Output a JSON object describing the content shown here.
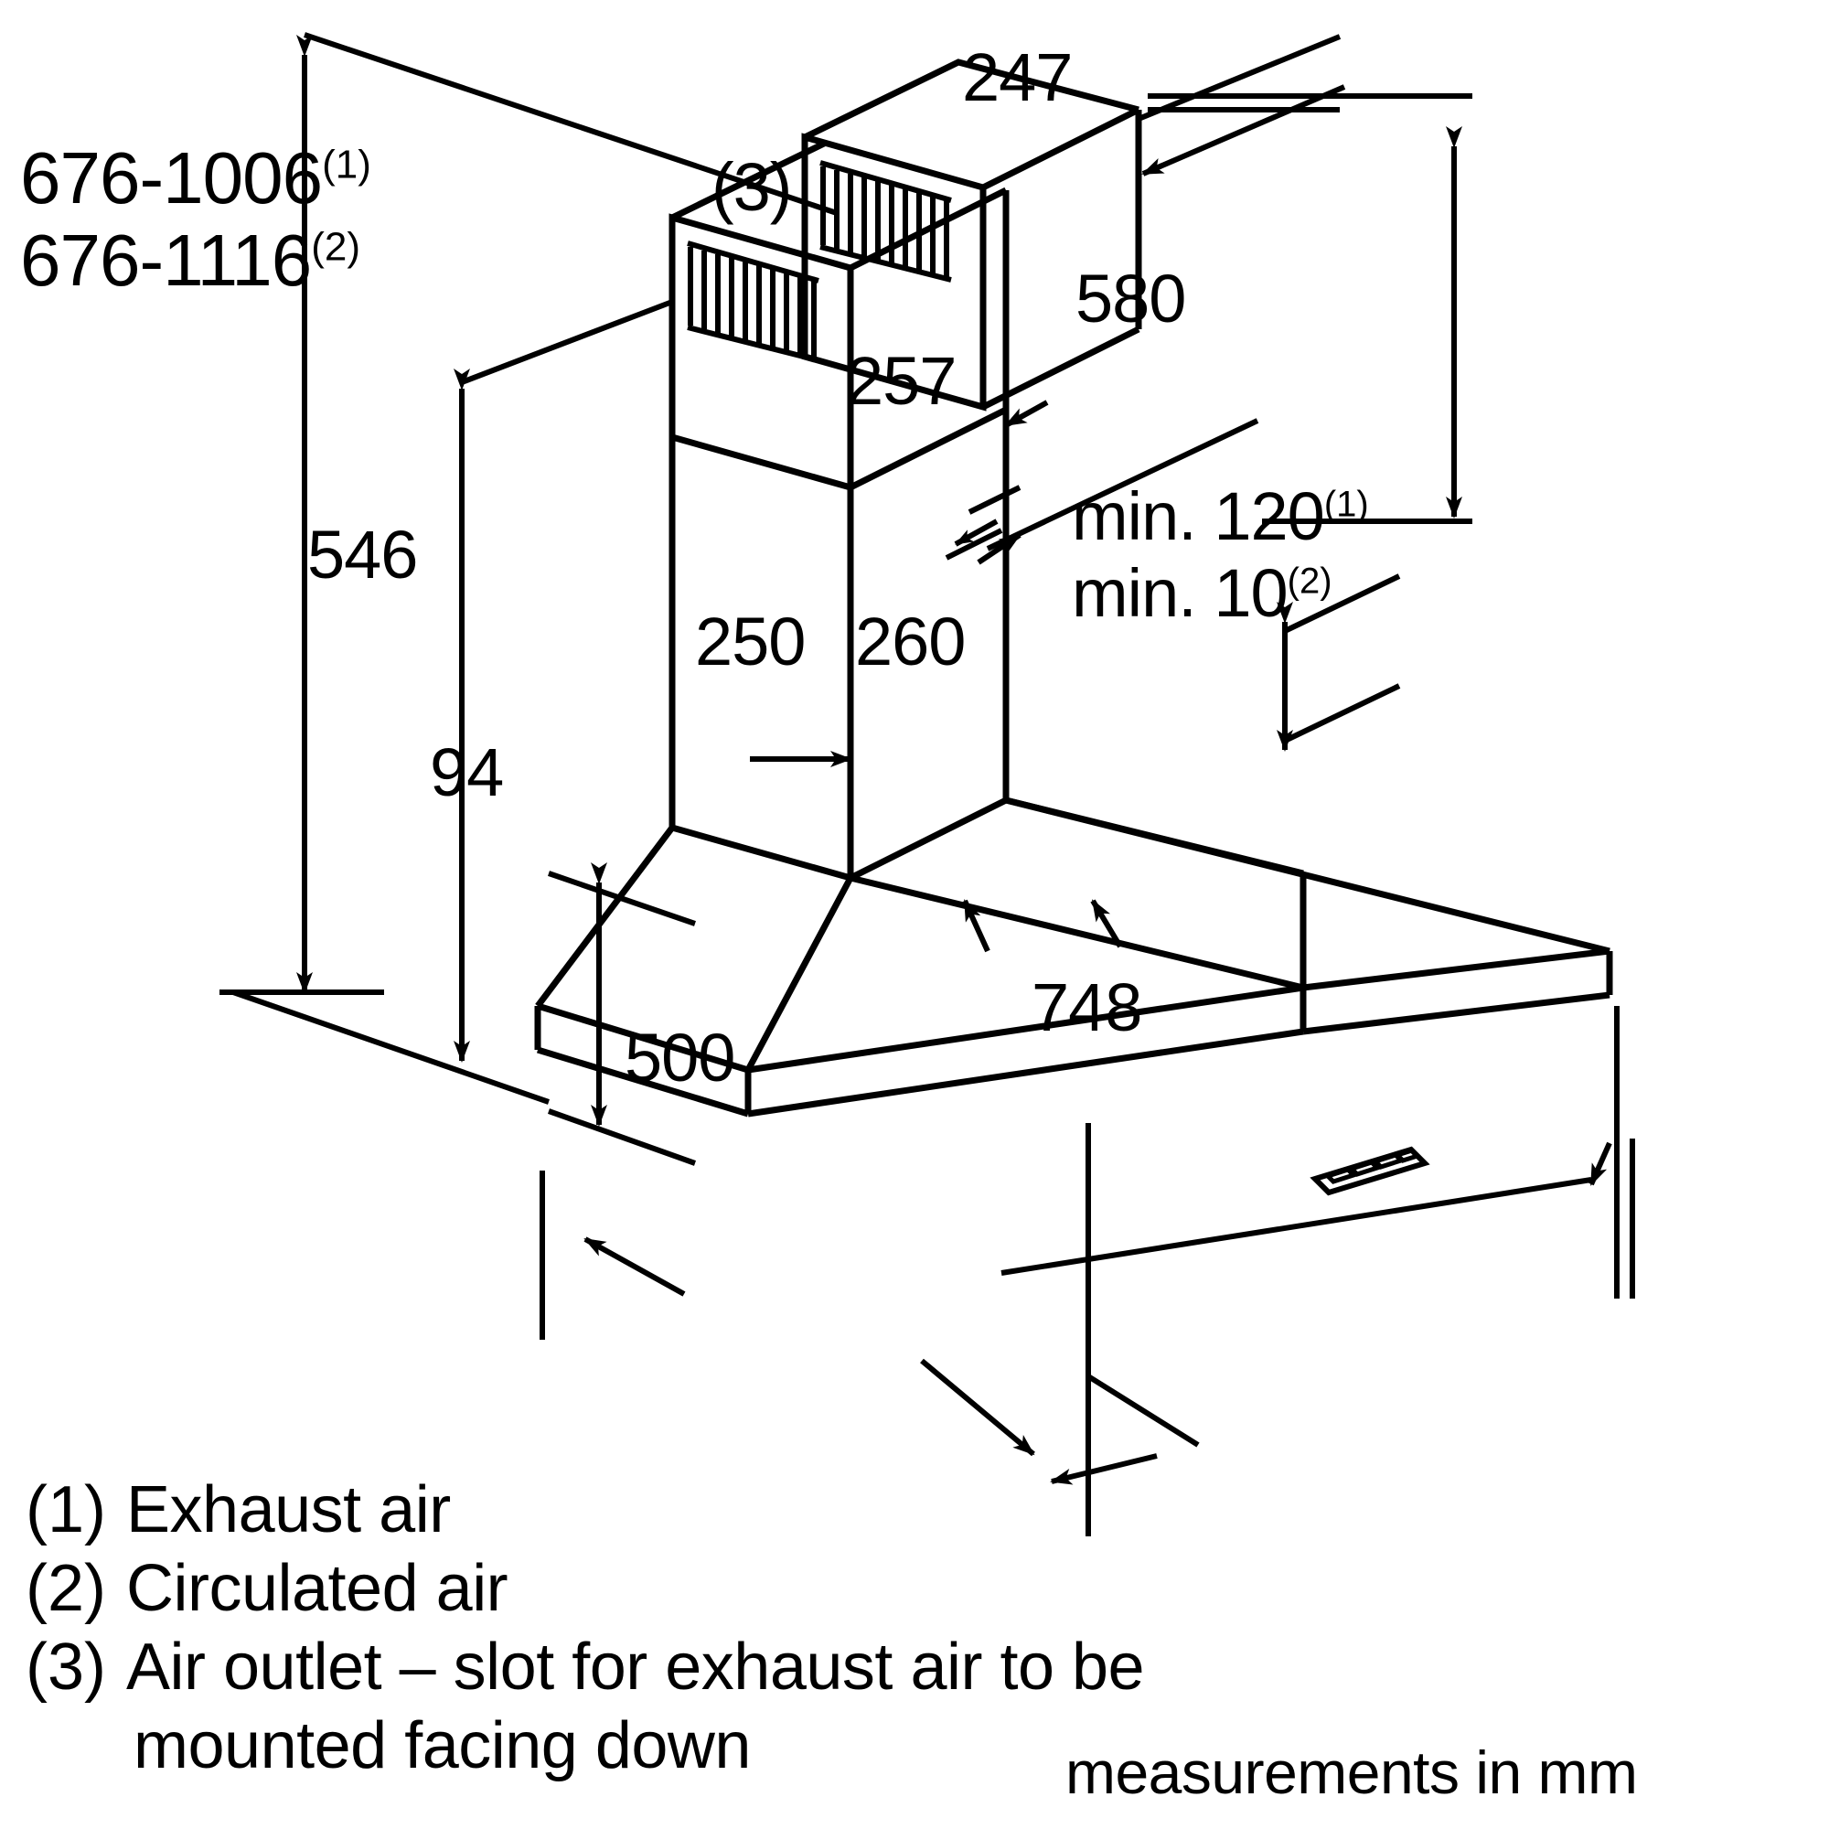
{
  "drawing": {
    "title": "Chimney cooker hood installation dimension drawing",
    "units_note": "measurements in mm",
    "line_color": "#000000",
    "background_color": "#ffffff"
  },
  "dimensions": {
    "height_range_exhaust": "676-1006",
    "height_range_exhaust_ref": "(1)",
    "height_range_circulated": "676-1116",
    "height_range_circulated_ref": "(2)",
    "chimney_depth_top": "247",
    "chimney_height_total": "580",
    "chimney_depth_lower": "257",
    "body_height": "546",
    "canopy_front_height": "94",
    "chimney_width_lower": "250",
    "chimney_width_upper": "260",
    "min_distance_exhaust": "min. 120",
    "min_distance_exhaust_ref": "(1)",
    "min_distance_circulated": "min. 10",
    "min_distance_circulated_ref": "(2)",
    "canopy_depth": "500",
    "canopy_width": "748"
  },
  "callouts": {
    "air_outlet_marker": "(3)"
  },
  "legend": {
    "items": [
      {
        "marker": "(1)",
        "text": "Exhaust air"
      },
      {
        "marker": "(2)",
        "text": "Circulated air"
      },
      {
        "marker": "(3)",
        "text": "Air outlet – slot for exhaust air to be",
        "text_line2": "mounted facing down"
      }
    ]
  },
  "footer": {
    "units": "measurements in mm"
  }
}
